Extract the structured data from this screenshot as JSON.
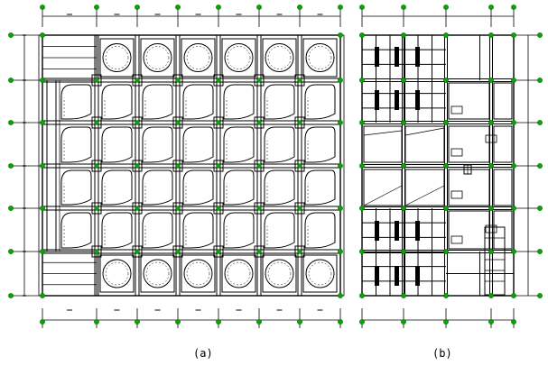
{
  "captions": {
    "a": "(a)",
    "b": "(b)"
  },
  "colors": {
    "line": "#000000",
    "grid": "#00aa00",
    "background": "#ffffff"
  },
  "panel_a": {
    "columns": 8,
    "rows": 7,
    "top_row_pattern": "circle-void-slab",
    "middle_pattern": "pointed-arch-void-slab",
    "bottom_row_pattern": "circle-void-slab"
  },
  "panel_b": {
    "columns": 5,
    "rows": 7,
    "pattern": "irregular-partitioned-slab"
  }
}
